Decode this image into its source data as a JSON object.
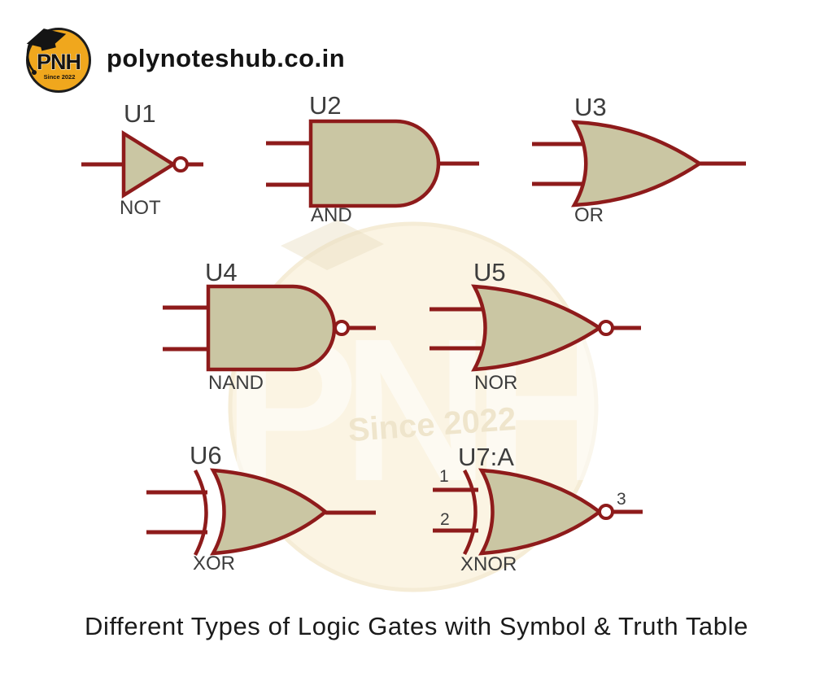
{
  "header": {
    "logo": {
      "acronym": "PNH",
      "tagline": "Since 2022"
    },
    "site": "polynoteshub.co.in"
  },
  "watermark": {
    "acronym": "PNH",
    "tagline": "Since 2022"
  },
  "gates": [
    {
      "id": "U1",
      "type": "NOT"
    },
    {
      "id": "U2",
      "type": "AND"
    },
    {
      "id": "U3",
      "type": "OR"
    },
    {
      "id": "U4",
      "type": "NAND"
    },
    {
      "id": "U5",
      "type": "NOR"
    },
    {
      "id": "U6",
      "type": "XOR"
    },
    {
      "id": "U7:A",
      "type": "XNOR",
      "pins": {
        "in1": "1",
        "in2": "2",
        "out": "3"
      }
    }
  ],
  "caption": "Different Types of Logic Gates with Symbol & Truth Table",
  "colors": {
    "gate_fill": "#cac6a3",
    "gate_stroke": "#8e1b1b",
    "label_color": "#3d3d3d",
    "logo_bg": "#f0a71d",
    "logo_ink": "#171310",
    "watermark_fill": "#fbf4e3",
    "watermark_edge": "#f5ecd6",
    "watermark_text": "#efe5cc",
    "caption_color": "#1a1a1a",
    "page_bg": "#ffffff"
  }
}
